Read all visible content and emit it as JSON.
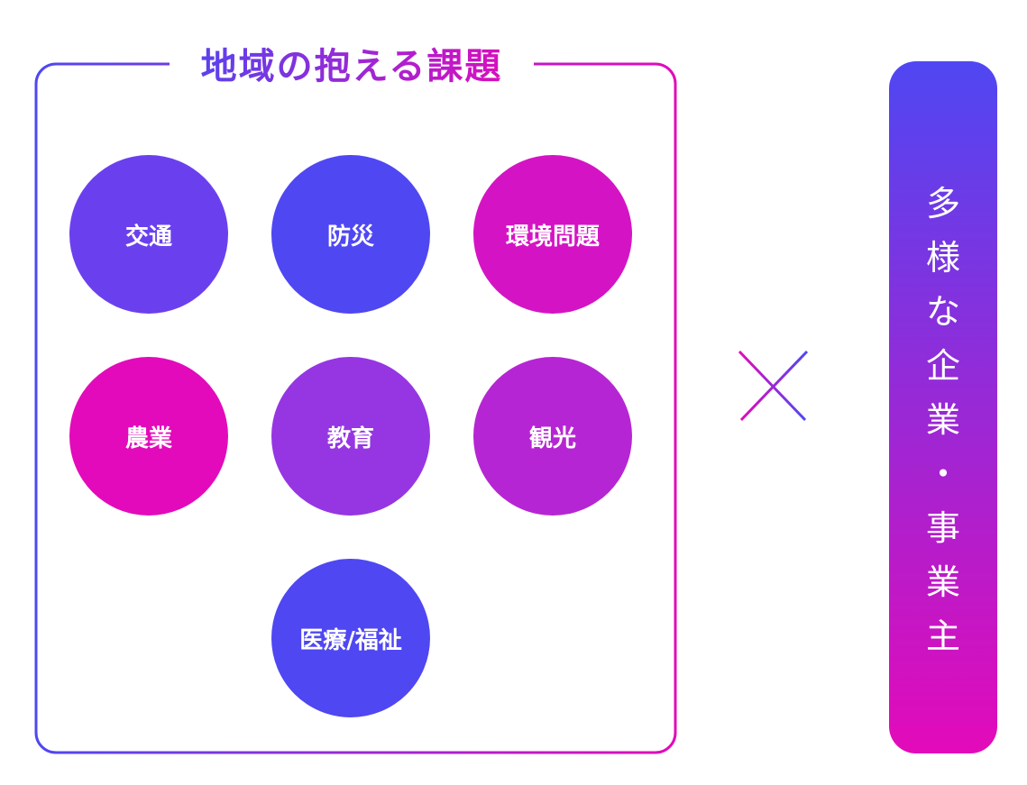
{
  "title": "地域の抱える課題",
  "issues": [
    {
      "label": "交通",
      "color": "#6a40ee"
    },
    {
      "label": "防災",
      "color": "#4f47f2"
    },
    {
      "label": "環境問題",
      "color": "#d414c4"
    },
    {
      "label": "農業",
      "color": "#e30abb"
    },
    {
      "label": "教育",
      "color": "#9536e2"
    },
    {
      "label": "観光",
      "color": "#b625d3"
    },
    {
      "label": "医療/福祉",
      "color": "#4f47f2"
    }
  ],
  "operator_icon": "cross-icon",
  "partner": {
    "chars": [
      "多",
      "様",
      "な",
      "企",
      "業",
      "・",
      "事",
      "業",
      "主"
    ]
  },
  "colors": {
    "start": "#4f47f2",
    "end": "#e30ab9"
  }
}
